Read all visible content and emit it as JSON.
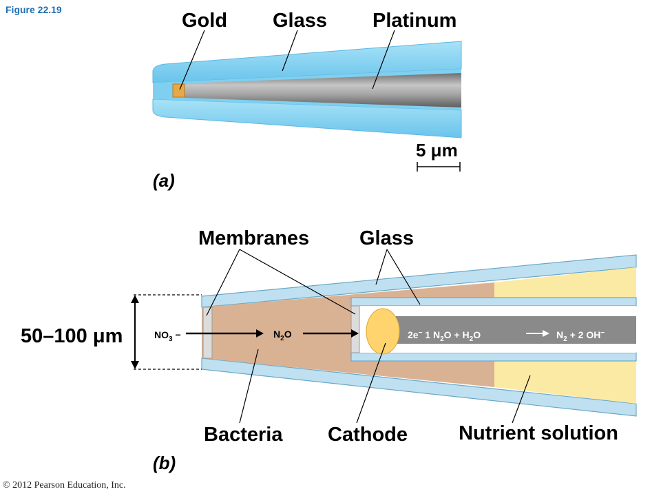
{
  "figure_label": "Figure 22.19",
  "panel_a": {
    "label": "(a)",
    "labels": {
      "gold": "Gold",
      "glass": "Glass",
      "platinum": "Platinum"
    },
    "scale_bar": "5 μm"
  },
  "panel_b": {
    "label": "(b)",
    "labels": {
      "membranes": "Membranes",
      "glass": "Glass",
      "bacteria": "Bacteria",
      "cathode": "Cathode",
      "nutrient": "Nutrient solution"
    },
    "width_label": "50–100 μm",
    "nitrate": "NO3−",
    "nitrous_oxide": "N2O",
    "reaction": {
      "left": "2e− 1 N2O + H2O",
      "right": "N2 + 2 OH−"
    }
  },
  "copyright": "© 2012 Pearson Education, Inc.",
  "colors": {
    "glass": "#7fd0f0",
    "glass_b": "#bfe0f0",
    "platinum": "#9a9a9a",
    "gold": "#e8a848",
    "bacteria": "#d9b294",
    "nutrient": "#fbeaa4",
    "cathode": "#ffd36e",
    "membrane": "#dcdcdc"
  }
}
